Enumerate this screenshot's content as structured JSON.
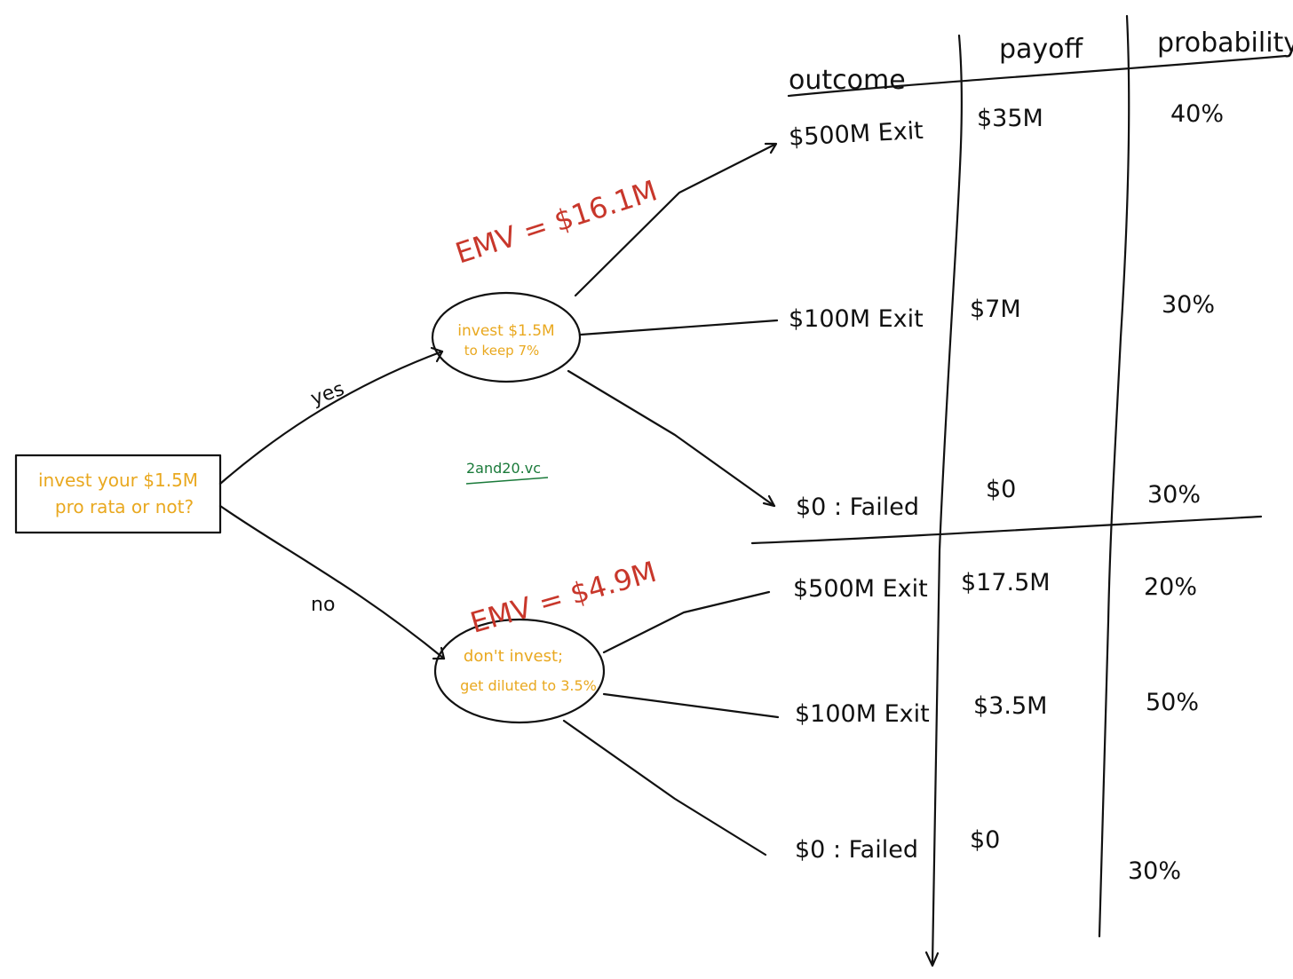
{
  "colors": {
    "ink": "#111111",
    "emv": "#c8372b",
    "node_text": "#e9a81f",
    "watermark": "#1a7a3a"
  },
  "decision": {
    "line1": "invest your $1.5M",
    "line2": "pro rata or not?"
  },
  "branches": {
    "yes": "yes",
    "no": "no"
  },
  "invest_node": {
    "line1": "invest $1.5M",
    "line2": "to keep 7%",
    "emv": "EMV = $16.1M"
  },
  "dont_node": {
    "line1": "don't invest;",
    "line2": "get diluted to 3.5%",
    "emv": "EMV = $4.9M"
  },
  "watermark": "2and20.vc",
  "table": {
    "headers": {
      "outcome": "outcome",
      "payoff": "payoff",
      "probability": "probability"
    },
    "invest_rows": [
      {
        "outcome": "$500M Exit",
        "payoff": "$35M",
        "probability": "40%"
      },
      {
        "outcome": "$100M Exit",
        "payoff": "$7M",
        "probability": "30%"
      },
      {
        "outcome": "$0 : Failed",
        "payoff": "$0",
        "probability": "30%"
      }
    ],
    "dont_rows": [
      {
        "outcome": "$500M Exit",
        "payoff": "$17.5M",
        "probability": "20%"
      },
      {
        "outcome": "$100M Exit",
        "payoff": "$3.5M",
        "probability": "50%"
      },
      {
        "outcome": "$0 : Failed",
        "payoff": "$0",
        "probability": "30%"
      }
    ]
  }
}
